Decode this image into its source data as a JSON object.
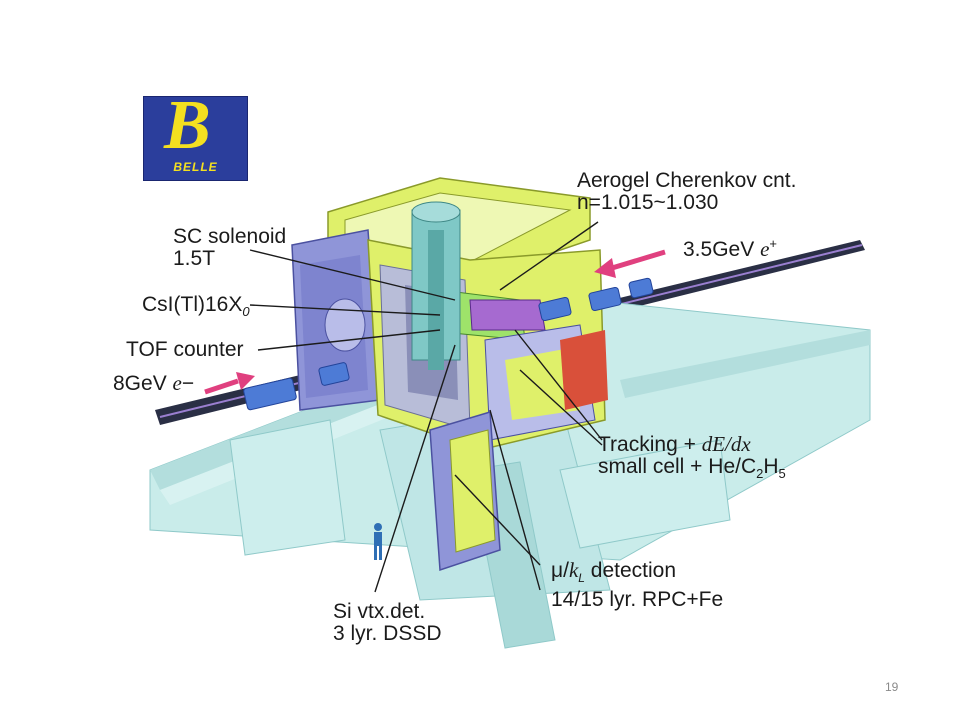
{
  "logo": {
    "symbol": "B",
    "text": "BELLE",
    "bg_color": "#2b3e9c",
    "fg_color": "#f4e020"
  },
  "labels": {
    "aerogel": {
      "line1": "Aerogel Cherenkov cnt.",
      "line2": "n=1.015~1.030"
    },
    "solenoid": {
      "line1": "SC solenoid",
      "line2": "1.5T"
    },
    "positron": {
      "text": "3.5GeV ",
      "particle": "e",
      "charge": "+"
    },
    "csi": {
      "text": "CsI(Tl)16X",
      "sub": "0"
    },
    "tof": {
      "text": "TOF counter"
    },
    "electron": {
      "text": "8GeV ",
      "particle": "e",
      "charge": "−"
    },
    "tracking": {
      "line1a": "Tracking + ",
      "line1b": "dE/dx",
      "line2a": "small cell + He/C",
      "sub1": "2",
      "line2b": "H",
      "sub2": "5"
    },
    "muon": {
      "mu": "μ",
      "slash": "/",
      "k": "k",
      "ksub": "L",
      "rest": " detection",
      "line2": "14/15 lyr. RPC+Fe"
    },
    "silicon": {
      "line1": "Si vtx.det.",
      "line2": "3 lyr. DSSD"
    }
  },
  "page_number": "19",
  "colors": {
    "beam_arrow": "#e0407f",
    "frame_yellow": "#dff06a",
    "support": "#bfe6e6",
    "detector_blue": "#5b7fd1",
    "red_accent": "#d9503a"
  }
}
